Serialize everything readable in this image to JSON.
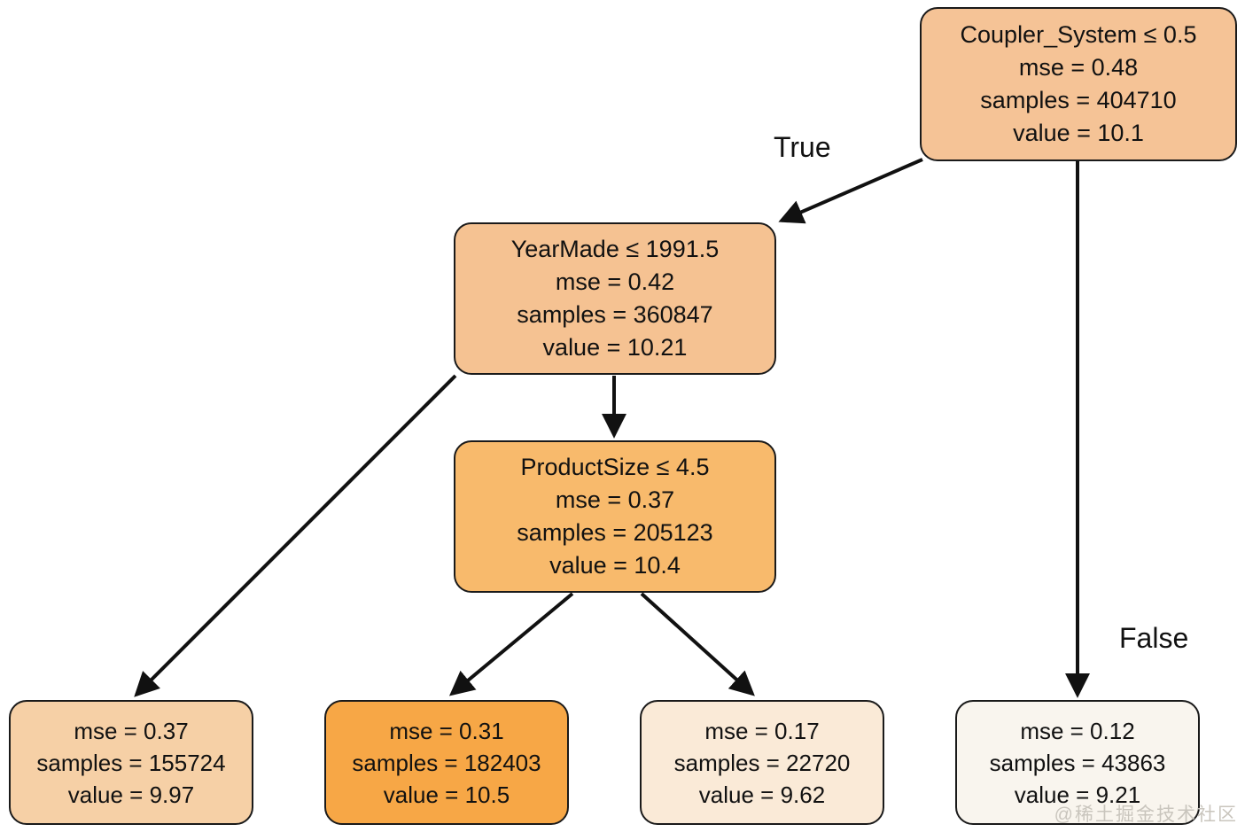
{
  "diagram": {
    "type": "decision-tree",
    "edge_labels": {
      "true_label": "True",
      "false_label": "False"
    },
    "nodes": [
      {
        "id": "root",
        "condition": "Coupler_System ≤ 0.5",
        "mse": "mse = 0.48",
        "samples": "samples = 404710",
        "value": "value = 10.1",
        "fill": "#f5c396"
      },
      {
        "id": "yearmade",
        "condition": "YearMade ≤ 1991.5",
        "mse": "mse = 0.42",
        "samples": "samples = 360847",
        "value": "value = 10.21",
        "fill": "#f5c292"
      },
      {
        "id": "productsize",
        "condition": "ProductSize ≤ 4.5",
        "mse": "mse = 0.37",
        "samples": "samples = 205123",
        "value": "value = 10.4",
        "fill": "#f8ba6c"
      },
      {
        "id": "leaf-1",
        "mse": "mse = 0.37",
        "samples": "samples = 155724",
        "value": "value = 9.97",
        "fill": "#f6d0a6"
      },
      {
        "id": "leaf-2",
        "mse": "mse = 0.31",
        "samples": "samples = 182403",
        "value": "value = 10.5",
        "fill": "#f7a746"
      },
      {
        "id": "leaf-3",
        "mse": "mse = 0.17",
        "samples": "samples = 22720",
        "value": "value = 9.62",
        "fill": "#faead7"
      },
      {
        "id": "leaf-4",
        "mse": "mse = 0.12",
        "samples": "samples = 43863",
        "value": "value = 9.21",
        "fill": "#f9f5ee"
      }
    ],
    "edges": [
      {
        "from": "root",
        "to": "yearmade",
        "label": "True"
      },
      {
        "from": "root",
        "to": "leaf-4",
        "label": "False"
      },
      {
        "from": "yearmade",
        "to": "leaf-1",
        "label": ""
      },
      {
        "from": "yearmade",
        "to": "productsize",
        "label": ""
      },
      {
        "from": "productsize",
        "to": "leaf-2",
        "label": ""
      },
      {
        "from": "productsize",
        "to": "leaf-3",
        "label": ""
      }
    ],
    "watermark": "@稀土掘金技术社区"
  }
}
